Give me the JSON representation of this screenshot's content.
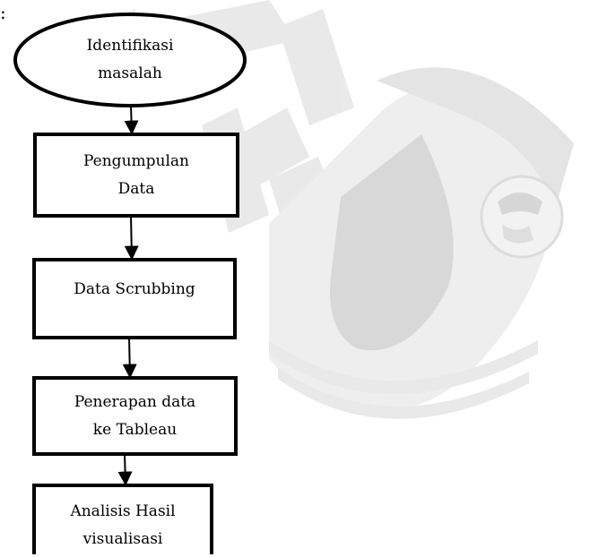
{
  "stray_text": ":",
  "flowchart": {
    "nodes": [
      {
        "id": "identifikasi",
        "shape": "ellipse",
        "label": "Identifikasi\nmasalah"
      },
      {
        "id": "pengumpulan",
        "shape": "rect",
        "label": "Pengumpulan\nData"
      },
      {
        "id": "scrubbing",
        "shape": "rect",
        "label": "Data Scrubbing"
      },
      {
        "id": "penerapan",
        "shape": "rect",
        "label": "Penerapan data\nke Tableau"
      },
      {
        "id": "analisis",
        "shape": "rect",
        "label": "Analisis Hasil\nvisualisasi"
      }
    ],
    "edges": [
      {
        "from": "identifikasi",
        "to": "pengumpulan"
      },
      {
        "from": "pengumpulan",
        "to": "scrubbing"
      },
      {
        "from": "scrubbing",
        "to": "penerapan"
      },
      {
        "from": "penerapan",
        "to": "analisis"
      }
    ]
  },
  "watermark": {
    "description_colors": {
      "light": "#ececec",
      "mid": "#dcdcdc",
      "dark": "#cfcfcf"
    }
  }
}
